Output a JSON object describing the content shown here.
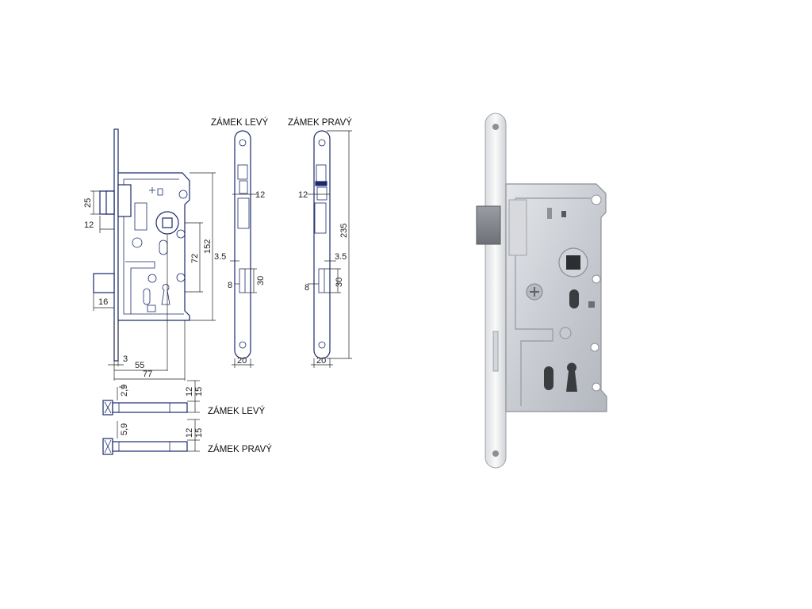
{
  "diagram": {
    "labels": {
      "left_lock_top": "ZÁMEK LEVÝ",
      "right_lock_top": "ZÁMEK PRAVÝ",
      "left_lock_bottom": "ZÁMEK LEVÝ",
      "right_lock_bottom": "ZÁMEK PRAVÝ"
    },
    "dimensions": {
      "d25": "25",
      "d12_latch": "12",
      "d16": "16",
      "d3": "3",
      "d55": "55",
      "d77": "77",
      "d72": "72",
      "d152": "152",
      "d235": "235",
      "d12_left": "12",
      "d12_right": "12",
      "d3_5_left": "3.5",
      "d3_5_right": "3.5",
      "d8_left": "8",
      "d8_right": "8",
      "d30_left": "30",
      "d30_right": "30",
      "d20_left": "20",
      "d20_right": "20",
      "d2_9": "2,9",
      "d5_9": "5,9",
      "d12_bolt1": "12",
      "d15_bolt1": "15",
      "d12_bolt2": "12",
      "d15_bolt2": "15"
    }
  },
  "photo": {
    "subject": "mortise lock photo"
  }
}
